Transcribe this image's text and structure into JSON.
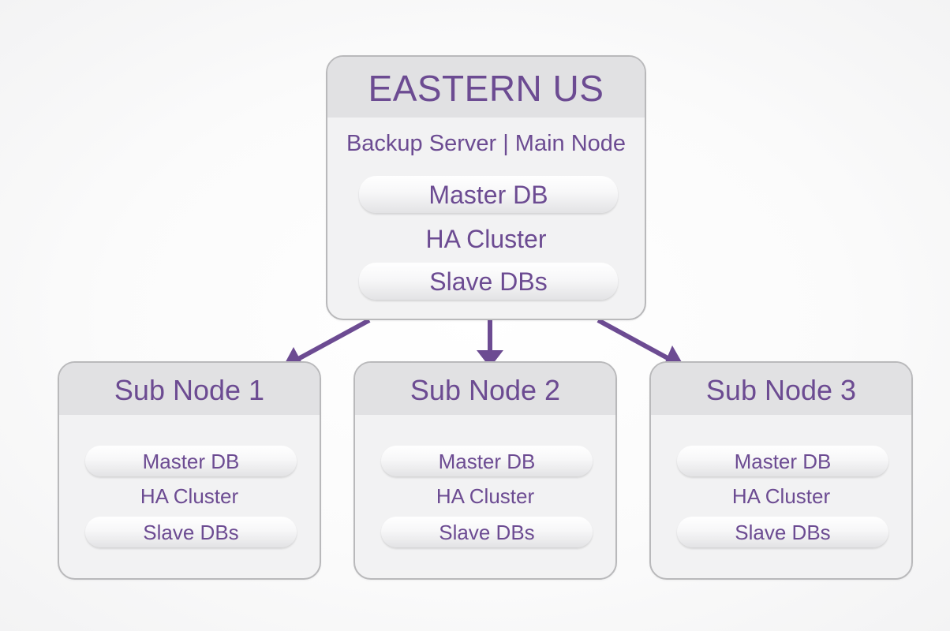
{
  "main_node": {
    "title": "EASTERN US",
    "subtitle": "Backup Server | Main Node",
    "items": [
      "Master DB",
      "HA Cluster",
      "Slave DBs"
    ]
  },
  "sub_nodes": [
    {
      "title": "Sub Node 1",
      "items": [
        "Master DB",
        "HA Cluster",
        "Slave DBs"
      ]
    },
    {
      "title": "Sub Node 2",
      "items": [
        "Master DB",
        "HA Cluster",
        "Slave DBs"
      ]
    },
    {
      "title": "Sub Node 3",
      "items": [
        "Master DB",
        "HA Cluster",
        "Slave DBs"
      ]
    }
  ],
  "colors": {
    "accent": "#6c4b92",
    "box_fill": "#f2f2f3",
    "header_fill": "#e1e1e3",
    "border": "#b9b9bb"
  }
}
